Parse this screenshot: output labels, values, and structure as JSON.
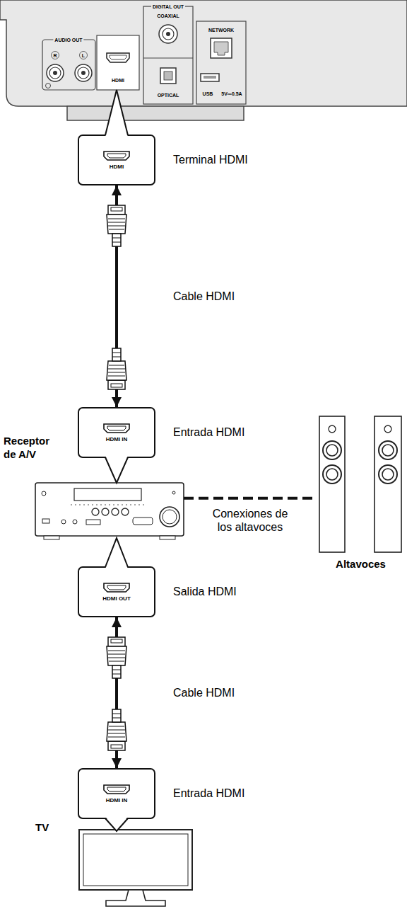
{
  "diagram": {
    "nodes": [
      {
        "text": [
          "HDMI",
          "Terminal HDMI"
        ]
      },
      {
        "text": [
          "HDMI IN",
          "Entrada HDMI"
        ]
      },
      {
        "text": [
          "Receptor de A/V"
        ]
      },
      {
        "text": [
          "Altavoces"
        ]
      },
      {
        "text": [
          "HDMI OUT",
          "Salida HDMI"
        ]
      },
      {
        "text": [
          "HDMI IN",
          "Entrada HDMI"
        ]
      },
      {
        "text": [
          "TV"
        ]
      }
    ],
    "edges": [
      {
        "from": 0,
        "to": 1,
        "arrow": "both",
        "label": "Cable HDMI"
      },
      {
        "from": 2,
        "to": 3,
        "arrow": "none",
        "label": "Conexiones de los altavoces"
      },
      {
        "from": 4,
        "to": 5,
        "arrow": "both",
        "label": "Cable HDMI"
      }
    ],
    "labels": [
      "AUDIO OUT",
      "R",
      "L",
      "HDMI",
      "DIGITAL OUT",
      "COAXIAL",
      "OPTICAL",
      "NETWORK",
      "USB",
      "5V⎓0.5A"
    ]
  }
}
